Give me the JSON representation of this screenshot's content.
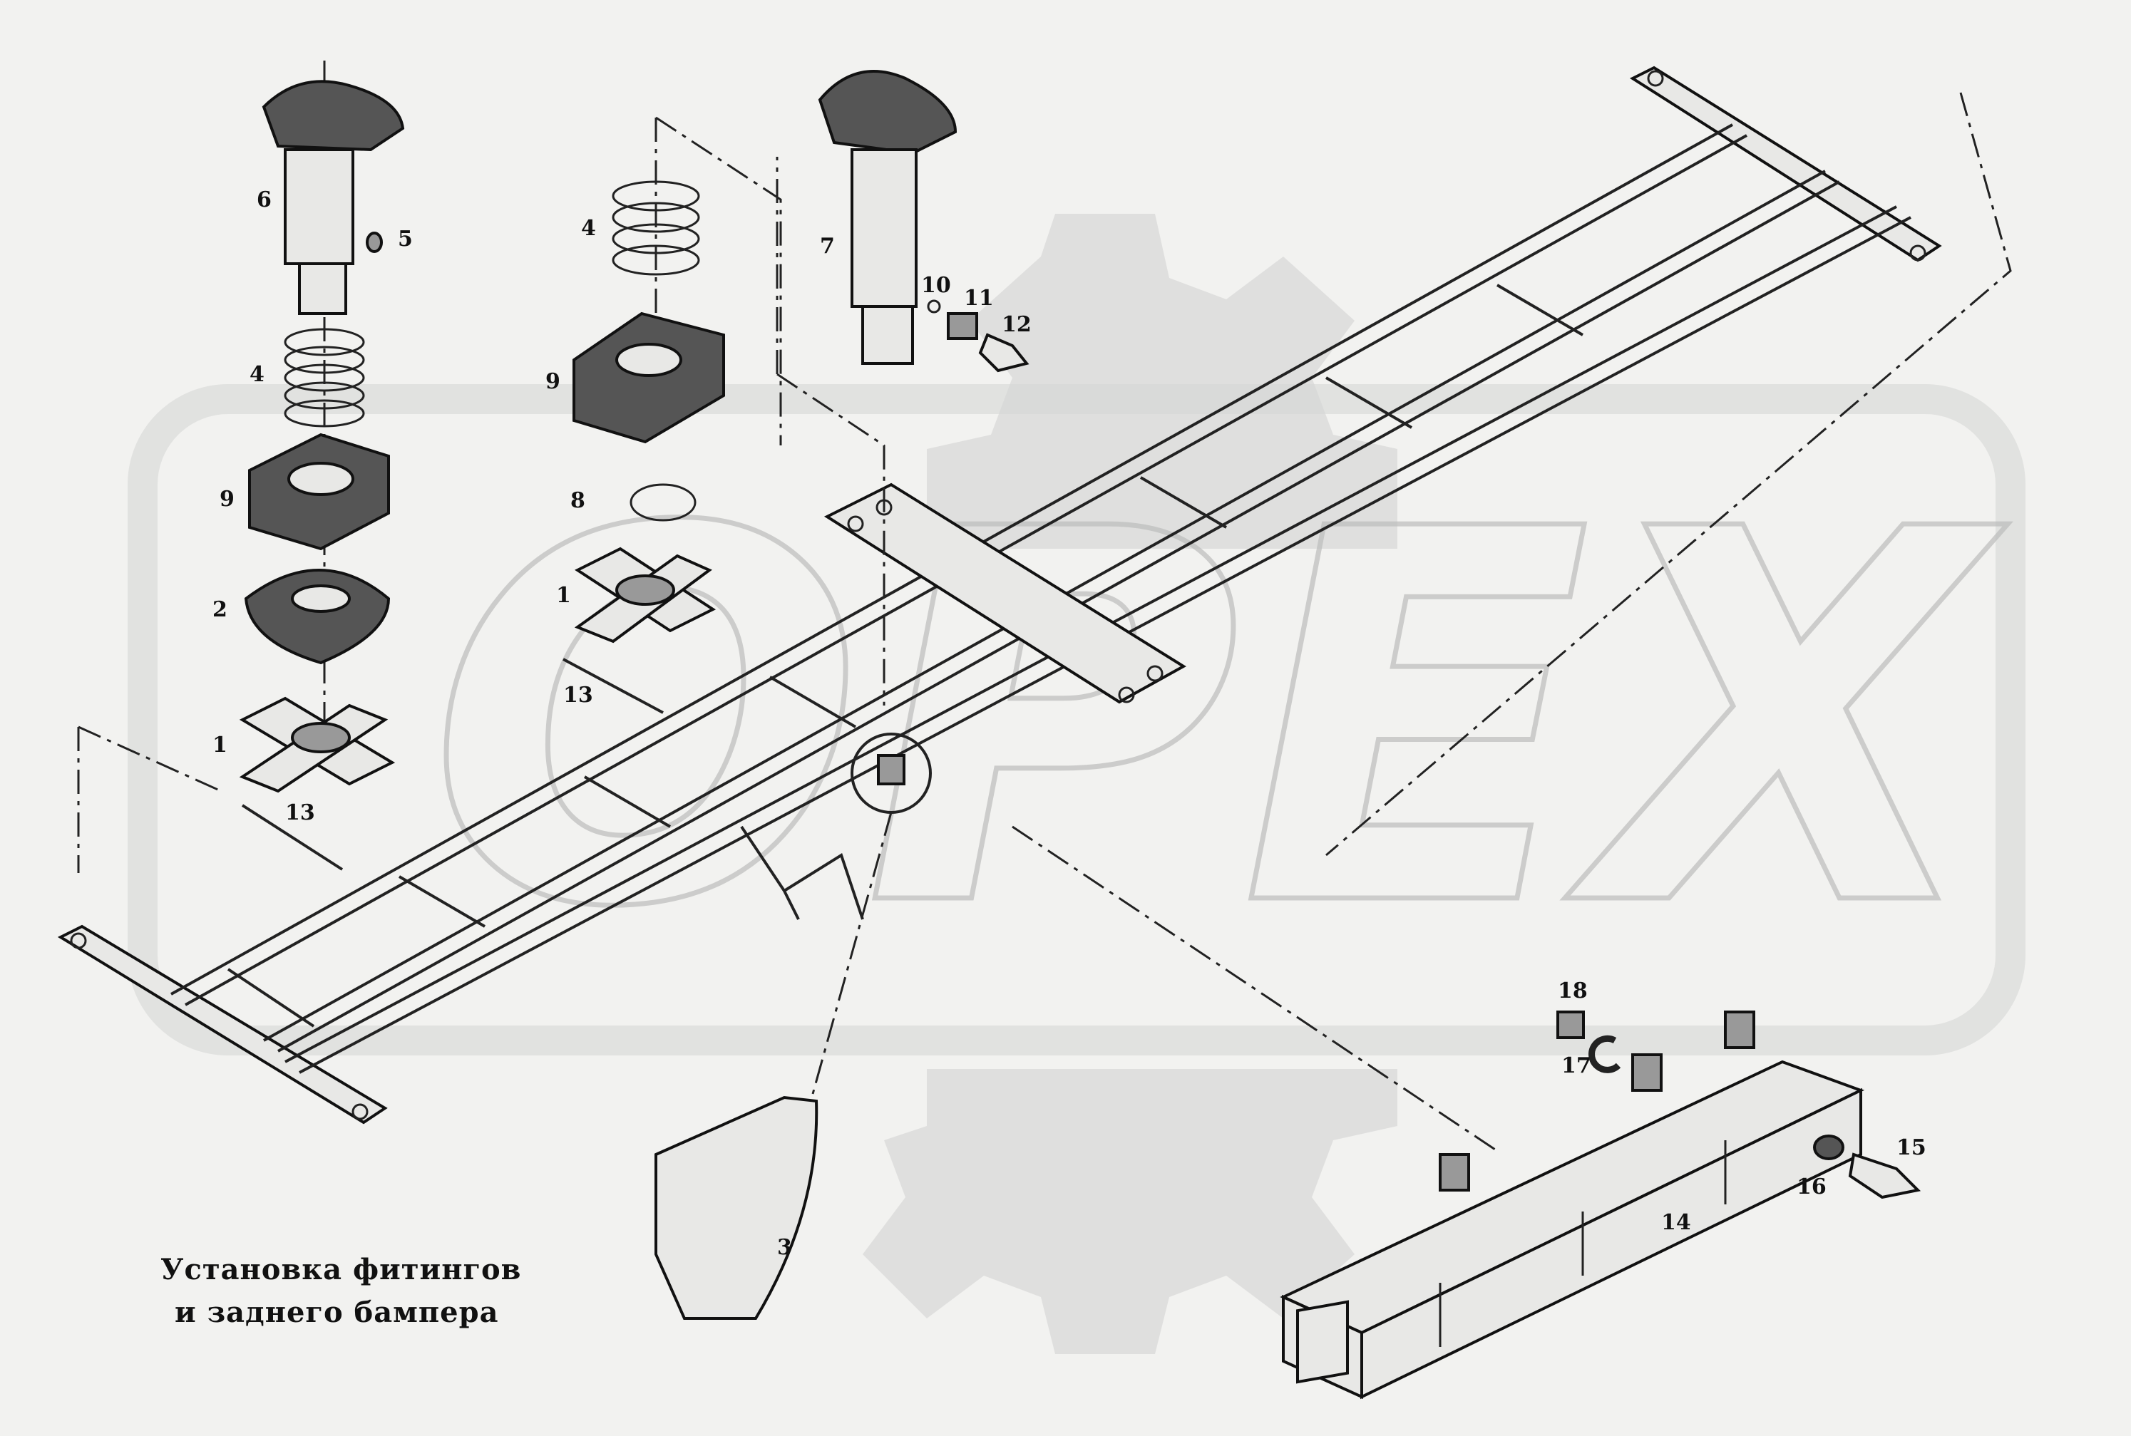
{
  "caption": {
    "line1": "Установка фитингов",
    "line2": "и заднего бампера"
  },
  "watermark": {
    "text": "OPEX"
  },
  "callouts": {
    "n1a": "1",
    "n1b": "1",
    "n2": "2",
    "n3": "3",
    "n4a": "4",
    "n4b": "4",
    "n5": "5",
    "n6": "6",
    "n7": "7",
    "n8": "8",
    "n9a": "9",
    "n9b": "9",
    "n10": "10",
    "n11": "11",
    "n12": "12",
    "n13a": "13",
    "n13b": "13",
    "n14": "14",
    "n15": "15",
    "n16": "16",
    "n17": "17",
    "n18": "18"
  },
  "colors": {
    "background": "#f2f2f0",
    "ink": "#111111",
    "watermark": "#cfd0cf"
  }
}
